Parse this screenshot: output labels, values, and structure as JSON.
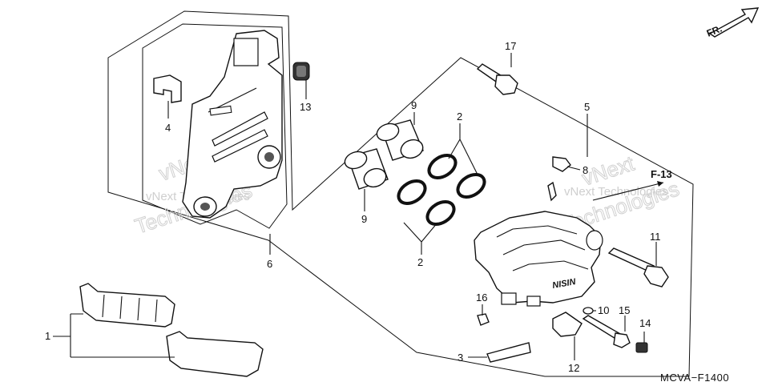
{
  "direction_label": "FR.",
  "reference_label": "F-13",
  "diagram_code": "MCVA−F1400",
  "watermark": {
    "text_small": "vNext Technologies",
    "line1": "vNext",
    "line2": "Technologies"
  },
  "callouts": {
    "c1": "1",
    "c2a": "2",
    "c2b": "2",
    "c3": "3",
    "c4": "4",
    "c5": "5",
    "c6": "6",
    "c8": "8",
    "c9a": "9",
    "c9b": "9",
    "c10": "10",
    "c11": "11",
    "c12": "12",
    "c13": "13",
    "c14": "14",
    "c15": "15",
    "c16": "16",
    "c17": "17"
  }
}
